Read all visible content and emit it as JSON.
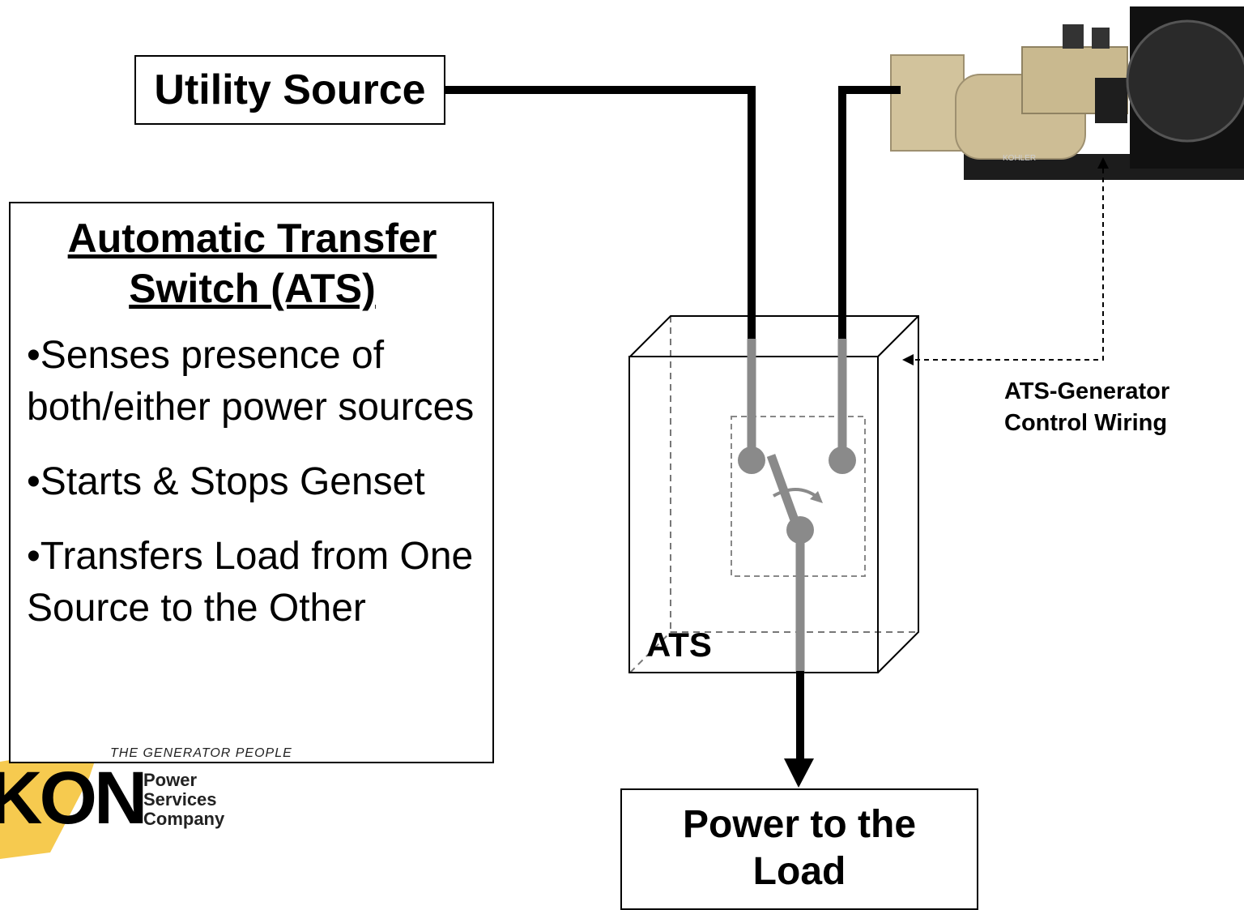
{
  "utility": {
    "label": "Utility Source"
  },
  "info": {
    "title": "Automatic Transfer Switch (ATS)",
    "bullets": [
      "•Senses presence of both/either  power sources",
      "•Starts & Stops Genset",
      "•Transfers Load from One Source to the Other"
    ]
  },
  "ats": {
    "label": "ATS"
  },
  "control_wiring": {
    "line1": "ATS-Generator",
    "line2": "Control Wiring"
  },
  "load": {
    "line1": "Power to the",
    "line2": "Load"
  },
  "generator": {
    "brand_text": "KOHLER",
    "icon": "generator-image"
  },
  "logo": {
    "tagline": "THE GENERATOR PEOPLE",
    "letters": "KON",
    "sub1": "Power",
    "sub2": "Services",
    "sub3": "Company"
  },
  "colors": {
    "line": "#000000",
    "switch_gray": "#8a8a8a",
    "generator_tan": "#d8c9a3",
    "logo_yellow": "#f5c43c"
  }
}
